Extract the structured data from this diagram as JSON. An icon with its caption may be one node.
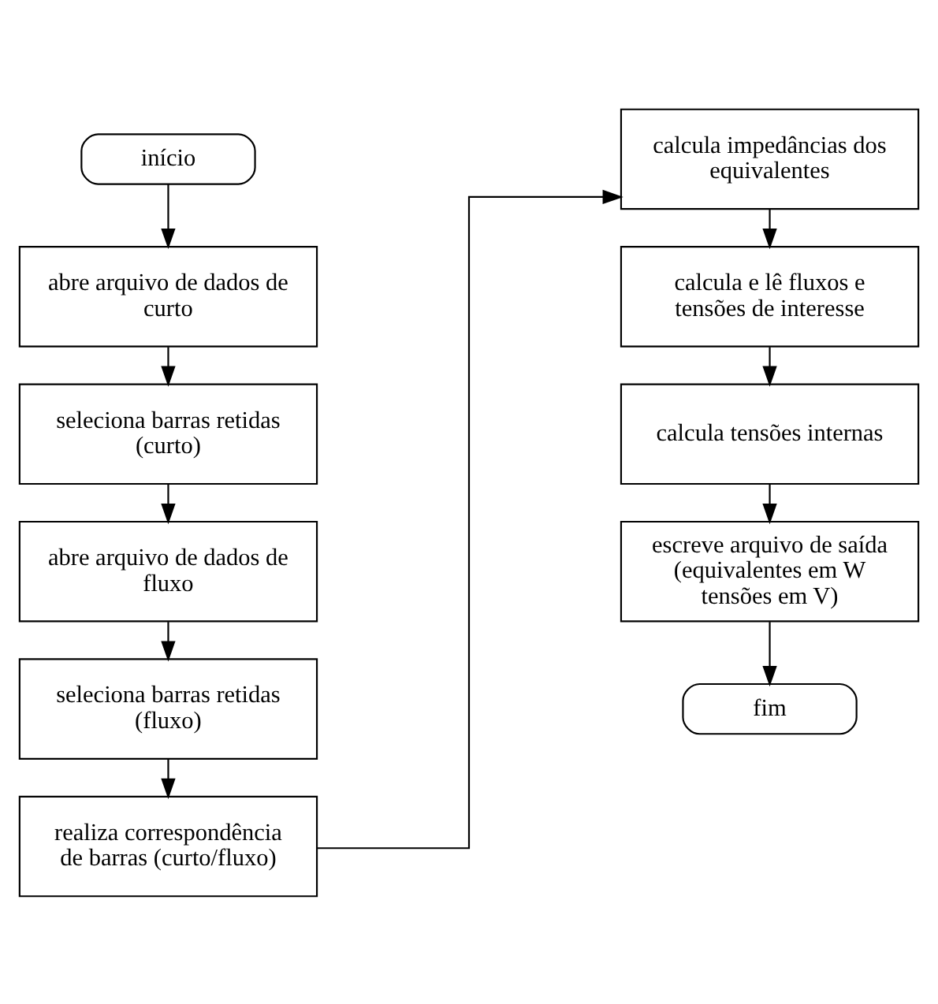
{
  "diagram": {
    "nodes": [
      {
        "text": [
          "início"
        ]
      },
      {
        "text": [
          "abre arquivo de dados de curto"
        ]
      },
      {
        "text": [
          "seleciona barras retidas (curto)"
        ]
      },
      {
        "text": [
          "abre arquivo de dados de fluxo"
        ]
      },
      {
        "text": [
          "seleciona barras retidas (fluxo)"
        ]
      },
      {
        "text": [
          "realiza correspondência de barras (curto/fluxo)"
        ]
      },
      {
        "text": [
          "calcula impedâncias dos equivalentes"
        ]
      },
      {
        "text": [
          "calcula e lê fluxos e tensões de interesse"
        ]
      },
      {
        "text": [
          "calcula tensões internas"
        ]
      },
      {
        "text": [
          "escreve arquivo de saída (equivalentes em W tensões em V)"
        ]
      },
      {
        "text": [
          "fim"
        ]
      }
    ],
    "edges": [
      {
        "from": 0,
        "to": 1,
        "arrow": "to"
      },
      {
        "from": 1,
        "to": 2,
        "arrow": "to"
      },
      {
        "from": 2,
        "to": 3,
        "arrow": "to"
      },
      {
        "from": 3,
        "to": 4,
        "arrow": "to"
      },
      {
        "from": 4,
        "to": 5,
        "arrow": "to"
      },
      {
        "from": 5,
        "to": 6,
        "arrow": "to"
      },
      {
        "from": 6,
        "to": 7,
        "arrow": "to"
      },
      {
        "from": 7,
        "to": 8,
        "arrow": "to"
      },
      {
        "from": 8,
        "to": 9,
        "arrow": "to"
      },
      {
        "from": 9,
        "to": 10,
        "arrow": "to"
      }
    ]
  }
}
